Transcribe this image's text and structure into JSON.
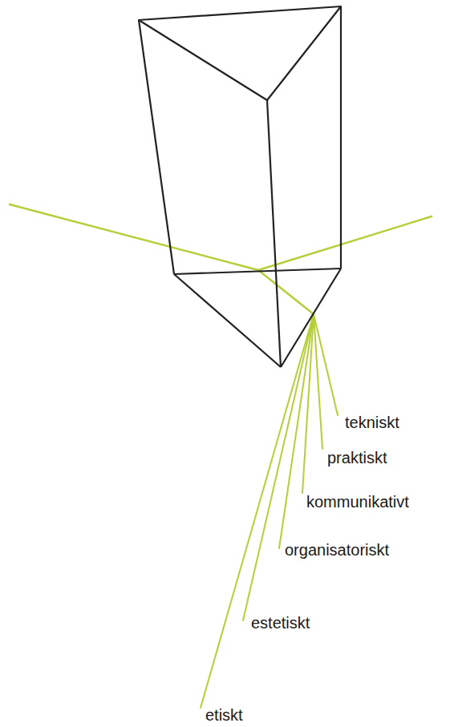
{
  "diagram": {
    "labels": [
      "tekniskt",
      "praktiskt",
      "kommunikativt",
      "organisatoriskt",
      "estetiskt",
      "etiskt"
    ]
  }
}
